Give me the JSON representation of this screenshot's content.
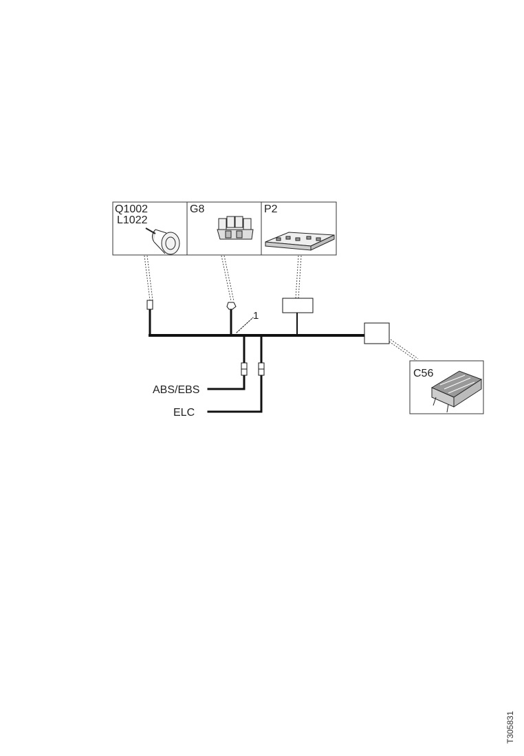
{
  "diagram": {
    "components": {
      "q1002": {
        "line1": "Q1002",
        "line2": "L1022"
      },
      "g8": {
        "label": "G8"
      },
      "p2": {
        "label": "P2"
      },
      "c56": {
        "label": "C56"
      }
    },
    "callout": "1",
    "wires": {
      "abs_ebs": "ABS/EBS",
      "elc": "ELC"
    },
    "drawing_code": "T305831"
  }
}
